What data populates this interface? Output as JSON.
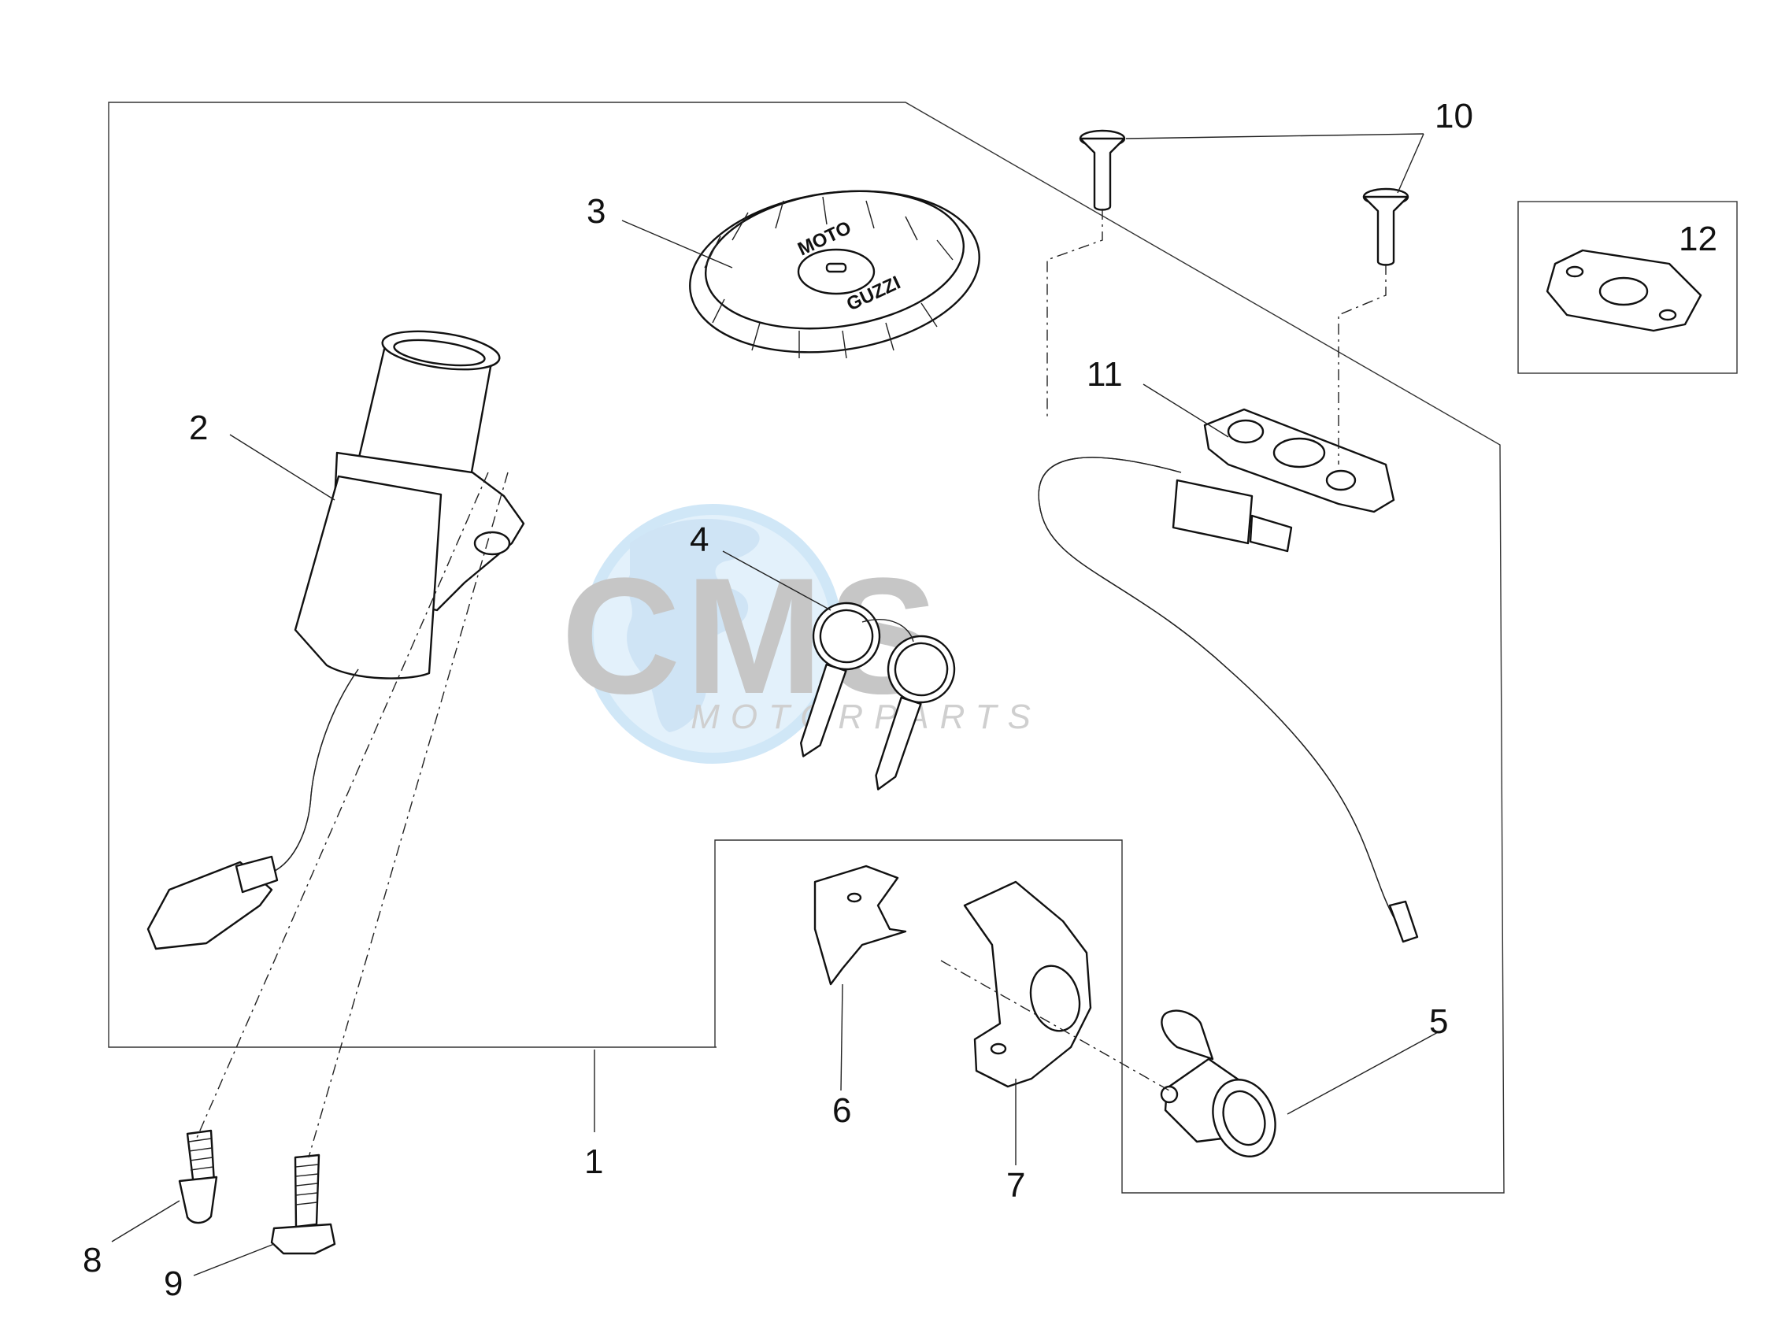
{
  "watermark": {
    "brand": "CMS",
    "subtitle": "MOTORPARTS",
    "colors": {
      "globe": "#cfe6f7",
      "letters": "#c4c4c4",
      "subtitle": "#c9c9c9"
    }
  },
  "callouts": {
    "c1": "1",
    "c2": "2",
    "c3": "3",
    "c4": "4",
    "c5": "5",
    "c6": "6",
    "c7": "7",
    "c8": "8",
    "c9": "9",
    "c10": "10",
    "c11": "11",
    "c12": "12"
  },
  "parts": [
    {
      "id": "1",
      "name": "lock-set-assembly"
    },
    {
      "id": "2",
      "name": "ignition-switch"
    },
    {
      "id": "3",
      "name": "fuel-tank-cap"
    },
    {
      "id": "4",
      "name": "keys"
    },
    {
      "id": "5",
      "name": "lock-cylinder"
    },
    {
      "id": "6",
      "name": "retaining-clip"
    },
    {
      "id": "7",
      "name": "lock-bracket"
    },
    {
      "id": "8",
      "name": "shear-bolt"
    },
    {
      "id": "9",
      "name": "screw"
    },
    {
      "id": "10",
      "name": "countersunk-screws"
    },
    {
      "id": "11",
      "name": "seat-lock-release"
    },
    {
      "id": "12",
      "name": "gasket"
    }
  ],
  "cap_text": {
    "top": "MOTO",
    "bottom": "GUZZI"
  }
}
